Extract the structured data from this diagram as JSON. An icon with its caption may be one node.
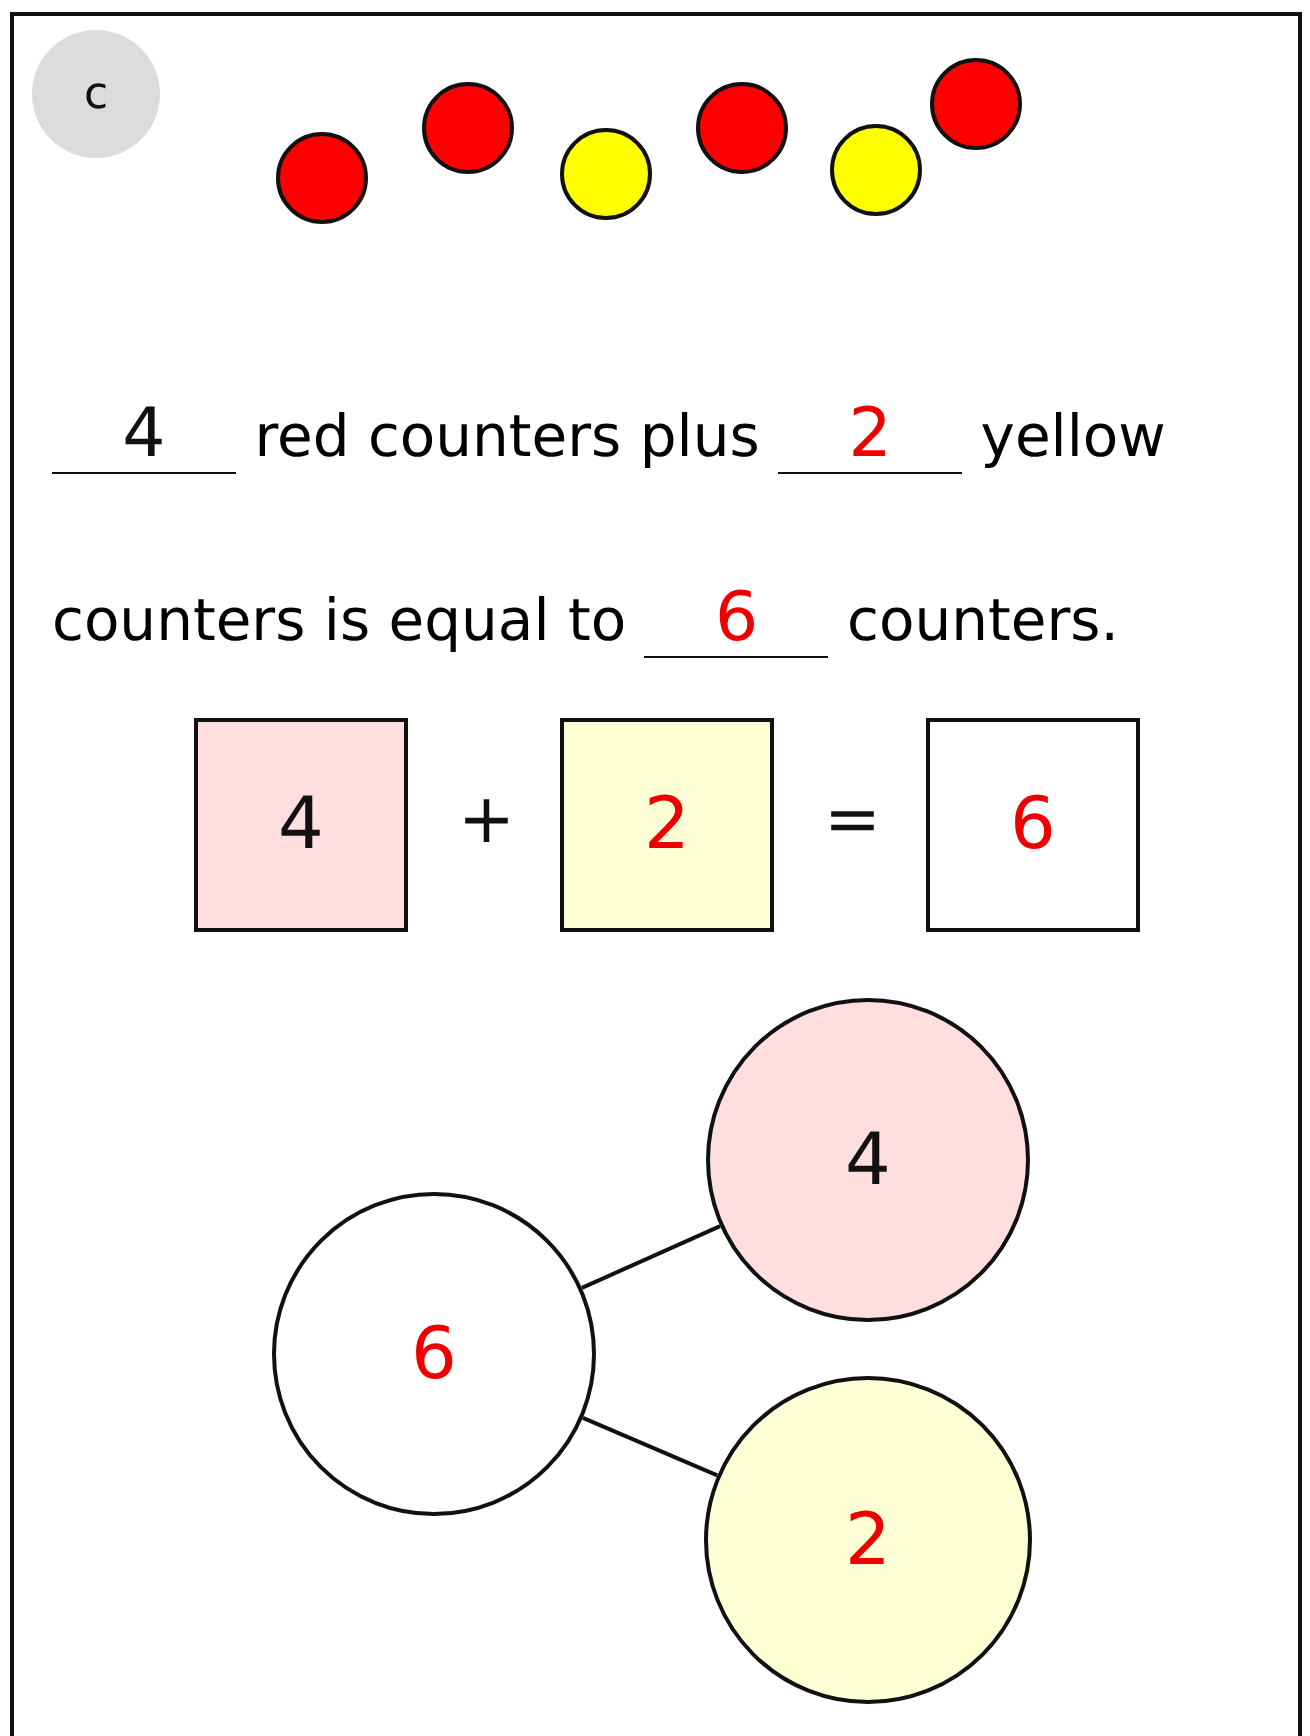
{
  "diagram": {
    "nodes": [
      {
        "text": [
          "c"
        ]
      },
      {
        "text": [],
        "shape": "circle"
      },
      {
        "text": [],
        "shape": "circle"
      },
      {
        "text": [],
        "shape": "circle"
      },
      {
        "text": [],
        "shape": "circle"
      },
      {
        "text": [],
        "shape": "circle"
      },
      {
        "text": [],
        "shape": "circle"
      },
      {
        "text": [
          "4"
        ]
      },
      {
        "text": [
          "2"
        ]
      },
      {
        "text": [
          "6"
        ]
      },
      {
        "text": [
          "6"
        ]
      },
      {
        "text": [
          "4"
        ]
      },
      {
        "text": [
          "2"
        ]
      }
    ],
    "edges": [
      {
        "from": 10,
        "to": 11,
        "arrow": "none"
      },
      {
        "from": 10,
        "to": 12,
        "arrow": "none"
      }
    ],
    "labels": [
      "4",
      "red counters plus",
      "2",
      "yellow counters is equal to",
      "6",
      "counters.",
      "+",
      "="
    ]
  }
}
